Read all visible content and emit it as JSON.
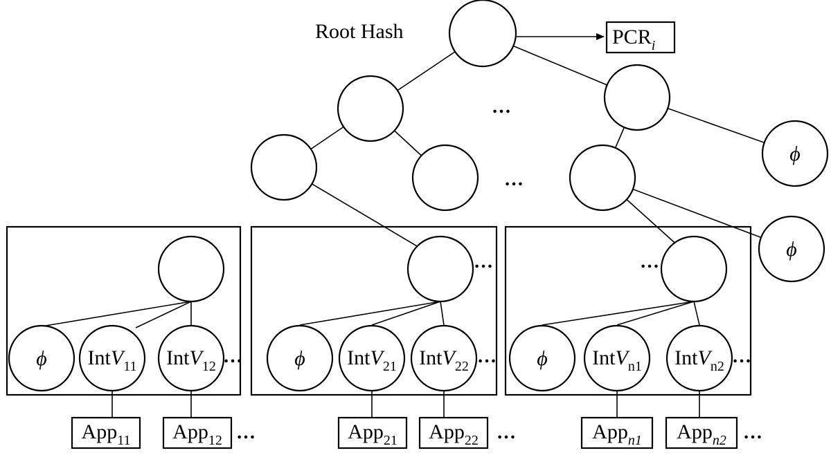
{
  "root_label": "Root Hash",
  "pcr": {
    "base": "PCR",
    "sub": "i"
  },
  "phi": "ϕ",
  "ellipsis": "…",
  "int_prefix": "Int",
  "int_var": "V",
  "app_prefix": "App",
  "groups": [
    {
      "id": "1",
      "int_subs": [
        "11",
        "12"
      ],
      "app_subs": [
        "11",
        "12"
      ]
    },
    {
      "id": "2",
      "int_subs": [
        "21",
        "22"
      ],
      "app_subs": [
        "21",
        "22"
      ]
    },
    {
      "id": "n",
      "int_subs": [
        "n1",
        "n2"
      ],
      "app_subs": [
        "n1",
        "n2"
      ]
    }
  ]
}
